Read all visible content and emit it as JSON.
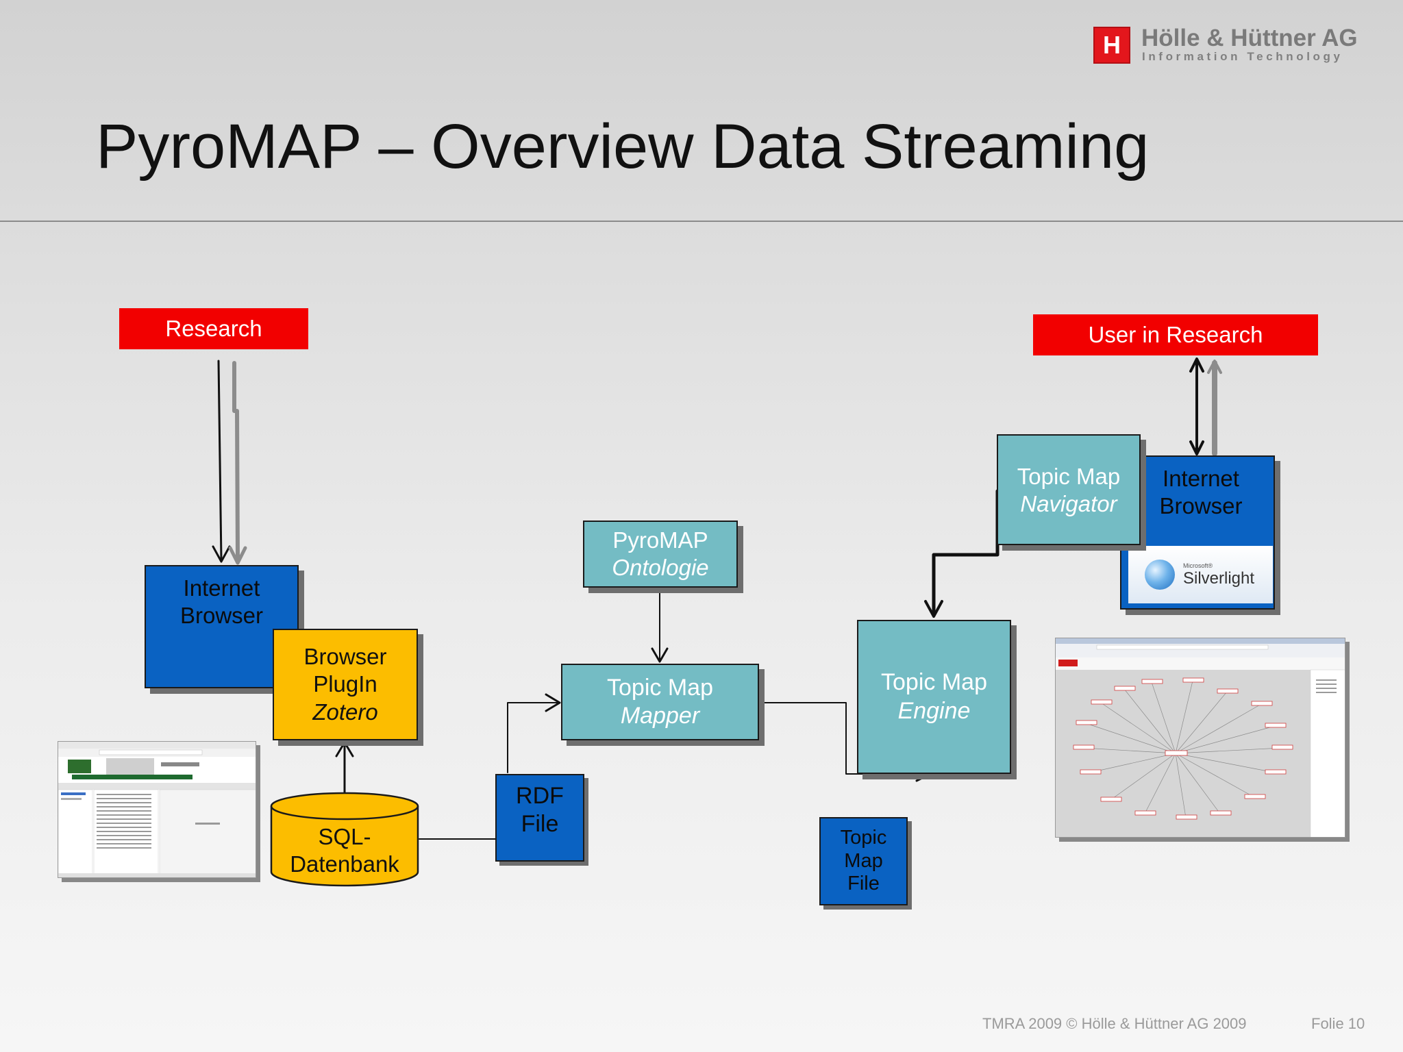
{
  "header": {
    "title": "PyroMAP – Overview Data Streaming",
    "logo_mark": "H",
    "logo_name": "Hölle & Hüttner AG",
    "logo_tagline": "Information Technology"
  },
  "labels": {
    "research": "Research",
    "user_in_research": "User in Research"
  },
  "nodes": {
    "browser_left": {
      "line1": "Internet",
      "line2": "Browser"
    },
    "zotero": {
      "line1": "Browser",
      "line2": "PlugIn",
      "line3": "Zotero"
    },
    "sql": {
      "line1": "SQL-",
      "line2": "Datenbank"
    },
    "rdf": {
      "line1": "RDF",
      "line2": "File"
    },
    "mapper": {
      "line1": "Topic Map",
      "line2": "Mapper"
    },
    "ontologie": {
      "line1": "PyroMAP",
      "line2": "Ontologie"
    },
    "engine": {
      "line1": "Topic Map",
      "line2": "Engine"
    },
    "tm_file": {
      "line1": "Topic",
      "line2": "Map",
      "line3": "File"
    },
    "navigator": {
      "line1": "Topic Map",
      "line2": "Navigator"
    },
    "browser_right": {
      "line1": "Internet",
      "line2": "Browser"
    },
    "silverlight": {
      "vendor": "Microsoft®",
      "product": "Silverlight"
    }
  },
  "footer": {
    "copyright": "TMRA 2009 © Hölle & Hüttner AG 2009",
    "slide": "Folie 10"
  },
  "colors": {
    "red": "#f20000",
    "blue": "#0a62c2",
    "teal": "#74bcc4",
    "yellow": "#fcbd00"
  }
}
